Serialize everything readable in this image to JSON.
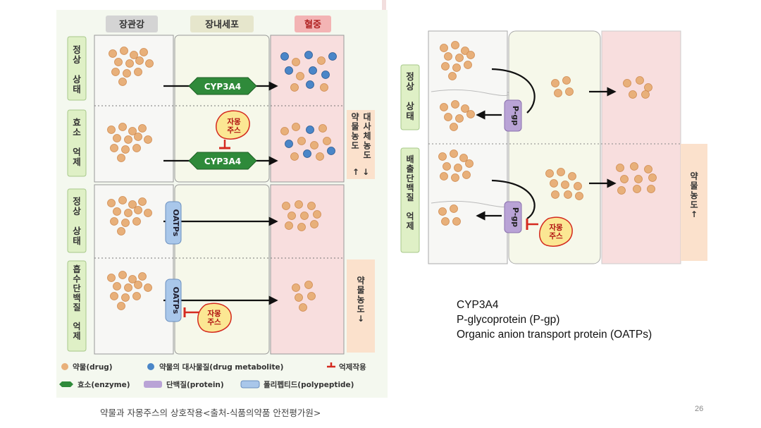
{
  "left_figure": {
    "col_headers": [
      "장관강",
      "장내세포",
      "혈중"
    ],
    "row_labels": [
      "정상 상태",
      "효소 억제",
      "정상 상태",
      "흡수단백질 억제"
    ],
    "enzyme_label": "CYP3A4",
    "transporter_label": "OATPs",
    "inhibitor_label": "자몽 주스",
    "side_label_1_left": "약물농도",
    "side_label_1_right": "대사체농도",
    "side_label_1_arrows": "↑ ↓",
    "side_label_2": "약물농도↓",
    "legend": {
      "drug": "약물(drug)",
      "metabolite": "약물의 대사물질(drug metabolite)",
      "inhibition": "억제작용",
      "enzyme": "효소(enzyme)",
      "protein": "단백질(protein)",
      "polypeptide": "폴리펩티드(polypeptide)"
    }
  },
  "right_figure": {
    "row_labels": [
      "정상 상태",
      "배출단백질 억제"
    ],
    "transporter_label": "P-gp",
    "inhibitor_label": "자몽 주스",
    "side_label": "약물농도↑"
  },
  "notes": [
    "CYP3A4",
    "P-glycoprotein (P-gp)",
    "Organic anion transport protein (OATPs)"
  ],
  "caption": "약물과 자몽주스의 상호작용<출처-식품의약품 안전평가원>",
  "page_number": "26",
  "colors": {
    "drug": "#e8b07a",
    "metabolite": "#4a86c8",
    "enzyme": "#2f8a3a",
    "protein": "#b9a3d6",
    "polypeptide": "#a9c7ea",
    "inhibit": "#d42a1f",
    "lumen_bg": "#f7f7f5",
    "cell_bg": "#f6f8ea",
    "blood_bg": "#f8dede",
    "green_tab": "#dff0c6"
  }
}
